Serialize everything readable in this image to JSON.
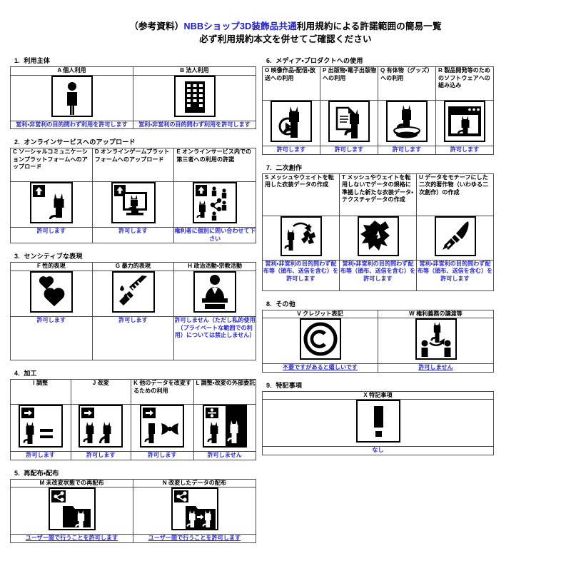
{
  "title": {
    "line1_prefix": "（参考資料）",
    "line1_blue": "NBBショップ3D装飾品共通",
    "line1_suffix": "利用規約による許諾範囲の簡易一覧",
    "line2": "必ず利用規約本文を併せてご確認ください"
  },
  "accent_blue": "#2b2bd4",
  "title_blue": "#1a1ad6",
  "sections": [
    {
      "number": "1.",
      "name": "利用主体",
      "columns": [
        {
          "header": "A 個人利用",
          "icon": "person-icon",
          "permission": "営利・非営利の目的問わず利用を許可します",
          "underline": false
        },
        {
          "header": "B 法人利用",
          "icon": "building-icon",
          "permission": "営利・非営利の目的問わず利用を許可します",
          "underline": false
        }
      ]
    },
    {
      "number": "2.",
      "name": "オンラインサービスへのアップロード",
      "columns": [
        {
          "header": "C ソーシャルコミュニケーションプラットフォームへのアップロード",
          "icon": "upload-cat-icon",
          "permission": "許可します",
          "underline": false
        },
        {
          "header": "D オンラインゲームプラットフォームへのアップロード",
          "icon": "upload-cat-monitor-icon",
          "permission": "許可します",
          "underline": false
        },
        {
          "header": "E オンラインサービス内での第三者への利用の許諾",
          "icon": "upload-cat-share-people-icon",
          "permission": "権利者に個別に問い合わせて下さい",
          "underline": false
        }
      ]
    },
    {
      "number": "3.",
      "name": "センシティブな表現",
      "columns": [
        {
          "header": "F 性的表現",
          "icon": "hearts-icon",
          "permission": "許可します",
          "underline": false
        },
        {
          "header": "G 暴力的表現",
          "icon": "knife-icon",
          "permission": "許可します",
          "underline": false
        },
        {
          "header": "H 政治活動・宗教活動",
          "icon": "podium-speaker-icon",
          "permission": "許可しません（ただし私的使用（プライベートな範囲での利用）については禁止しません）",
          "underline": false
        }
      ]
    },
    {
      "number": "4.",
      "name": "加工",
      "columns": [
        {
          "header": "I 調整",
          "icon": "arrow-cat-equals-icon",
          "permission": "許可します",
          "underline": false
        },
        {
          "header": "J 改変",
          "icon": "arrow-two-cats-icon",
          "permission": "許可します",
          "underline": false
        },
        {
          "header": "K 他のデータを改変するための利用",
          "icon": "arrow-cat-ribbon-icon",
          "permission": "許可します",
          "underline": false
        },
        {
          "header": "L 調整・改変の外部委託",
          "icon": "outsource-cat-icon",
          "permission": "許可しません",
          "underline": false
        }
      ]
    },
    {
      "number": "5.",
      "name": "再配布・配布",
      "columns": [
        {
          "header": "M 未改変状態での再配布",
          "icon": "share-folder-cat-icon",
          "permission": "ユーザー間で行うことを許可します",
          "underline": true
        },
        {
          "header": "N 改変したデータの配布",
          "icon": "share-folder-cat-modified-icon",
          "permission": "ユーザー間で行うことを許可します",
          "underline": true
        }
      ]
    },
    {
      "number": "6.",
      "name": "メディア・プロダクトへの使用",
      "columns": [
        {
          "header": "O 映像作品・配信・放送への利用",
          "icon": "cat-play-button-icon",
          "permission": "許可します",
          "underline": false
        },
        {
          "header": "P 出版物・電子出版物への利用",
          "icon": "cat-document-icon",
          "permission": "許可します",
          "underline": false
        },
        {
          "header": "Q 有体物（グッズ）への利用",
          "icon": "cat-goods-base-icon",
          "permission": "許可します",
          "underline": false
        },
        {
          "header": "R 製品開発等のためのソフトウェアへの組み込み",
          "icon": "cat-window-software-icon",
          "permission": "許可します",
          "underline": false
        }
      ]
    },
    {
      "number": "7.",
      "name": "二次創作",
      "columns": [
        {
          "header": "S メッシュやウェイトを転用した衣装データの作成",
          "icon": "cat-to-clothes-icon",
          "permission": "営利・非営利の目的問わず配布等（頒布、送信を含む）を許可します",
          "underline": false
        },
        {
          "header": "T メッシュやウェイトを転用しないでデータの規格に準拠した新たな衣装データ・テクスチャデータの作成",
          "icon": "clothes-icon",
          "permission": "営利・非営利の目的問わず配布等（頒布、送信を含む）を許可します",
          "underline": false
        },
        {
          "header": "U データをモチーフにした二次的著作物（いわゆる二次創作）の作成",
          "icon": "paintbrush-icon",
          "permission": "営利・非営利の目的問わず配布等（頒布、送信を含む）を許可します",
          "underline": false
        }
      ]
    },
    {
      "number": "8.",
      "name": "その他",
      "columns": [
        {
          "header": "V クレジット表記",
          "icon": "copyright-icon",
          "permission": "不要ですがあると嬉しいです",
          "underline": true
        },
        {
          "header": "W 権利義務の譲渡等",
          "icon": "transfer-rights-icon",
          "permission": "許可しません",
          "underline": true
        }
      ]
    },
    {
      "number": "9.",
      "name": "特記事項",
      "columns": [
        {
          "header": "X 特記事項",
          "icon": "exclamation-icon",
          "permission": "なし",
          "underline": false
        }
      ]
    }
  ]
}
